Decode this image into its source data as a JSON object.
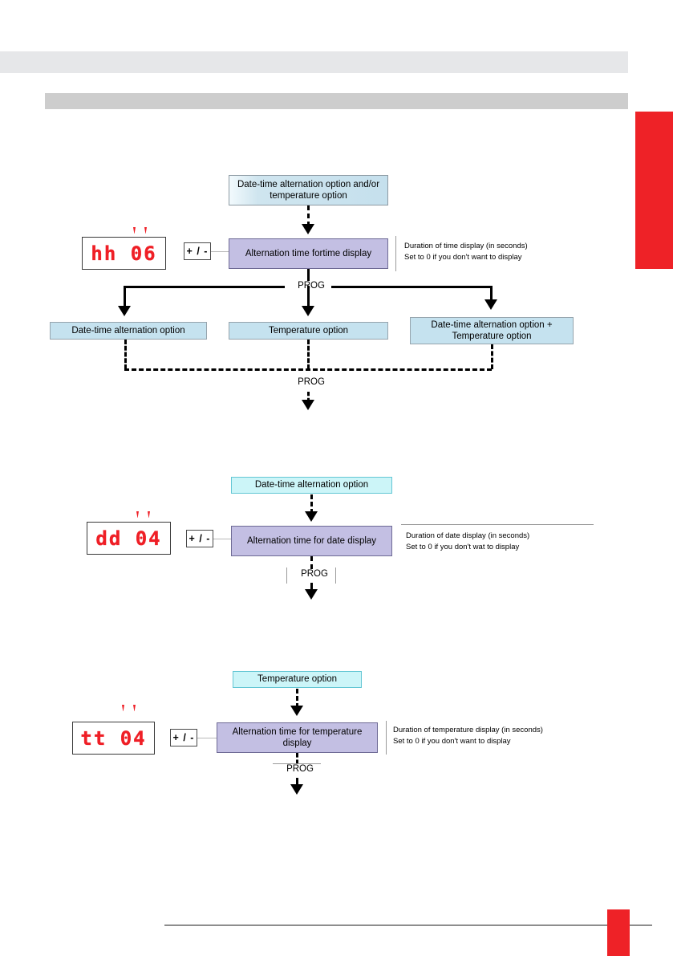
{
  "page": {
    "accent_red": "#ee2227",
    "box_blue": "#c5e2ef",
    "box_cyan": "#ccf5f8",
    "box_purple": "#c3bfe3",
    "lcd_red": "#ef1f26"
  },
  "section1": {
    "top_box": "Date-time alternation option\nand/or temperature option",
    "lcd": "hh 06",
    "plus_minus": "+ / -",
    "setting_box": "Alternation time fortime\ndisplay",
    "note": "Duration of time display (in seconds)\nSet to 0 if you don't want to display",
    "branch_label": "PROG",
    "branches": [
      "Date-time alternation option",
      "Temperature option",
      "Date-time alternation option\n+ Temperature option"
    ],
    "merge_label": "PROG"
  },
  "section2": {
    "top_box": "Date-time alternation option",
    "lcd": "dd 04",
    "plus_minus": "+ / -",
    "setting_box": "Alternation time for\ndate display",
    "note": "Duration of date display (in seconds)\nSet to 0 if you don't wat to display",
    "prog_label": "PROG"
  },
  "section3": {
    "top_box": "Temperature option",
    "lcd": "tt 04",
    "plus_minus": "+ / -",
    "setting_box": "Alternation time for\ntemperature display",
    "note": "Duration of temperature display (in seconds)\nSet to 0 if you don't want to display",
    "prog_label": "PROG"
  }
}
